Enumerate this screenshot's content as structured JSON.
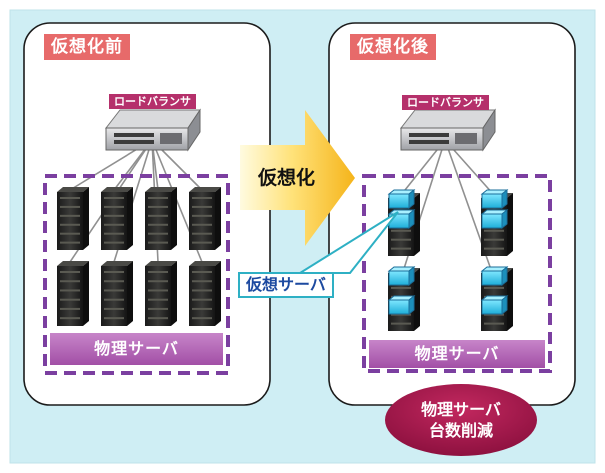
{
  "before": {
    "title": "仮想化前",
    "load_balancer_label": "ロードバランサ",
    "physical_server_label": "物理サーバ"
  },
  "after": {
    "title": "仮想化後",
    "load_balancer_label": "ロードバランサ",
    "physical_server_label": "物理サーバ",
    "reduction_badge": "物理サーバ\n台数削減"
  },
  "arrow_label": "仮想化",
  "virtual_server_label": "仮想サーバ",
  "colors": {
    "background_panel": "#cfeef4",
    "title_tag": "#e76a6a",
    "load_balancer_label": "#b5306b",
    "physical_band": "#b56db5",
    "dashed_border": "#7b3fa0",
    "virtual_box": "#35c8e8",
    "reduction_badge": "#a3164d",
    "arrow": "#f5b820"
  },
  "icons": [
    "load-balancer-icon",
    "server-rack-icon",
    "virtual-server-icon"
  ]
}
